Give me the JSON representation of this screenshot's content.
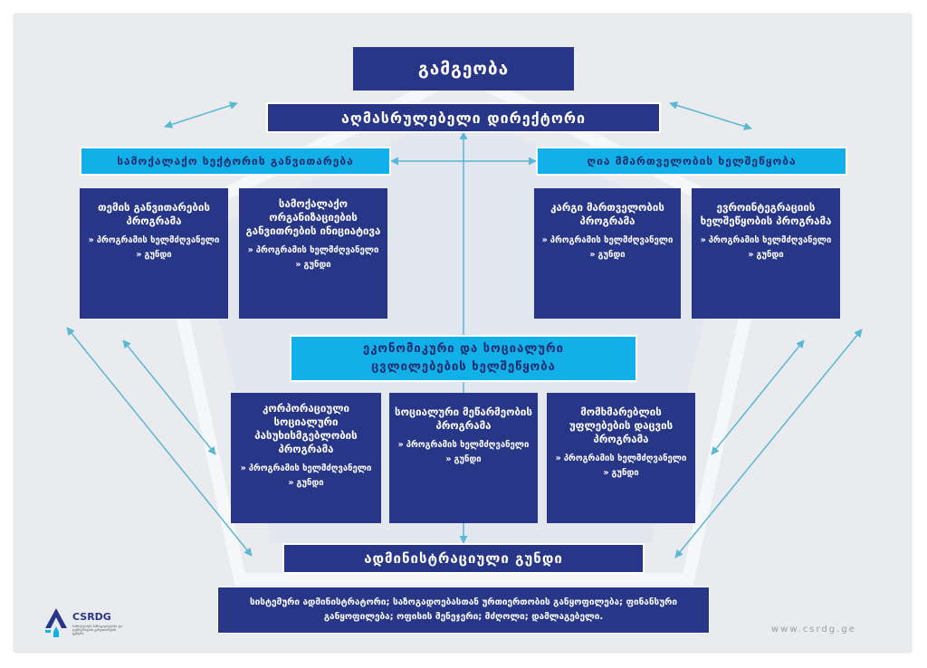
{
  "top": {
    "board": "გამგეობა",
    "director": "აღმასრულებელი დირექტორი"
  },
  "departments": {
    "left": "სამოქალაქო სექტორის განვითარება",
    "right": "ღია მმართველობის ხელშეწყობა",
    "center": [
      "ეკონომიკური და სოციალური",
      "ცვლილებების ხელშეწყობა"
    ]
  },
  "item_labels": {
    "manager": "პროგრამის ხელმძღვანელი",
    "team": "გუნდი",
    "chevron": "»"
  },
  "programs_left": [
    {
      "title": "თემის განვითარების პროგრამა"
    },
    {
      "title": "სამოქალაქო ორგანიზაციების განვითრების ინიციატივა"
    }
  ],
  "programs_right": [
    {
      "title": "კარგი მართველობის პროგრამა"
    },
    {
      "title": "ევროინტეგრაციის ხელშეწყობის პროგრამა"
    }
  ],
  "programs_center": [
    {
      "title": "კორპორაციული სოციალური პასუხისმგებლობის პროგრამა"
    },
    {
      "title": "სოციალური მეწარმეობის პროგრამა"
    },
    {
      "title": "მომხმარებლის უფლებების დაცვის პროგრამა"
    }
  ],
  "admin": {
    "title": "ადმინისტრაციული გუნდი",
    "members": "სისტემური ადმინისტრატორი; საზოგადოებასთან ურთიერთობის განყოფილება; ფინანსური განყოფილება; ოფისის მენეჯერი; მძღოლი; დამლაგებელი."
  },
  "logo": {
    "name": "CSRDG",
    "tagline": "სამოქალაქო საზოგადოებისა და დემოკრატიის განვითარების ცენტრი"
  },
  "website": "www.csrdg.ge",
  "colors": {
    "navy": "#283688",
    "cyan": "#12b0e8",
    "background": "#e9ebee"
  }
}
